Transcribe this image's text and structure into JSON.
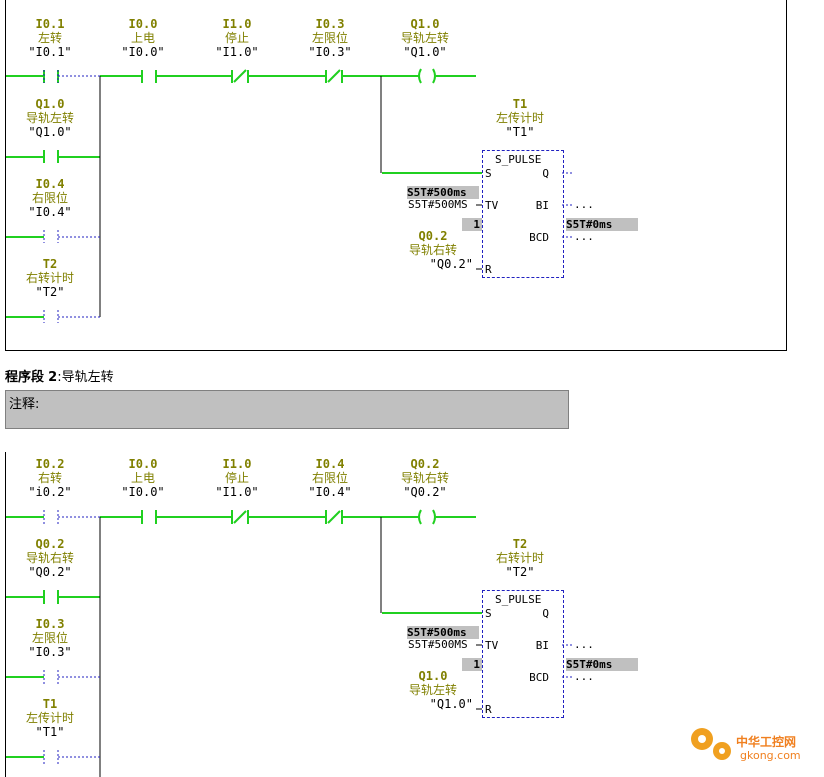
{
  "network1": {
    "contacts": [
      {
        "addr": "I0.1",
        "label": "左转",
        "sym": "\"I0.1\""
      },
      {
        "addr": "I0.0",
        "label": "上电",
        "sym": "\"I0.0\""
      },
      {
        "addr": "I1.0",
        "label": "停止",
        "sym": "\"I1.0\""
      },
      {
        "addr": "I0.3",
        "label": "左限位",
        "sym": "\"I0.3\""
      },
      {
        "addr": "Q1.0",
        "label": "导轨左转",
        "sym": "\"Q1.0\""
      }
    ],
    "branches": [
      {
        "addr": "Q1.0",
        "label": "导轨左转",
        "sym": "\"Q1.0\""
      },
      {
        "addr": "I0.4",
        "label": "右限位",
        "sym": "\"I0.4\""
      },
      {
        "addr": "T2",
        "label": "右转计时",
        "sym": "\"T2\""
      }
    ],
    "timer": {
      "addr": "T1",
      "label": "左传计时",
      "sym": "\"T1\"",
      "type": "S_PULSE",
      "tv_value": "S5T#500ms",
      "tv_const": "S5T#500MS",
      "tv_pin": "TV",
      "s_pin": "S",
      "q_pin": "Q",
      "bi_pin": "BI",
      "bcd_pin": "BCD",
      "r_pin": "R",
      "bcd_value": "S5T#0ms",
      "status": "1",
      "ellipsis": "...",
      "reset_addr": "Q0.2",
      "reset_label": "导轨右转",
      "reset_sym": "\"Q0.2\""
    }
  },
  "segment2": {
    "title": "程序段",
    "num": "2",
    "colon": ":",
    "name": "导轨左转",
    "comment": "注释:"
  },
  "network2": {
    "contacts": [
      {
        "addr": "I0.2",
        "label": "右转",
        "sym": "\"i0.2\""
      },
      {
        "addr": "I0.0",
        "label": "上电",
        "sym": "\"I0.0\""
      },
      {
        "addr": "I1.0",
        "label": "停止",
        "sym": "\"I1.0\""
      },
      {
        "addr": "I0.4",
        "label": "右限位",
        "sym": "\"I0.4\""
      },
      {
        "addr": "Q0.2",
        "label": "导轨右转",
        "sym": "\"Q0.2\""
      }
    ],
    "branches": [
      {
        "addr": "Q0.2",
        "label": "导轨右转",
        "sym": "\"Q0.2\""
      },
      {
        "addr": "I0.3",
        "label": "左限位",
        "sym": "\"I0.3\""
      },
      {
        "addr": "T1",
        "label": "左传计时",
        "sym": "\"T1\""
      }
    ],
    "timer": {
      "addr": "T2",
      "label": "右转计时",
      "sym": "\"T2\"",
      "type": "S_PULSE",
      "tv_value": "S5T#500ms",
      "tv_const": "S5T#500MS",
      "tv_pin": "TV",
      "s_pin": "S",
      "q_pin": "Q",
      "bi_pin": "BI",
      "bcd_pin": "BCD",
      "r_pin": "R",
      "bcd_value": "S5T#0ms",
      "status": "1",
      "ellipsis": "...",
      "reset_addr": "Q1.0",
      "reset_label": "导轨左转",
      "reset_sym": "\"Q1.0\""
    }
  },
  "watermark": {
    "cn": "中华工控网",
    "en": "gkong.com"
  }
}
